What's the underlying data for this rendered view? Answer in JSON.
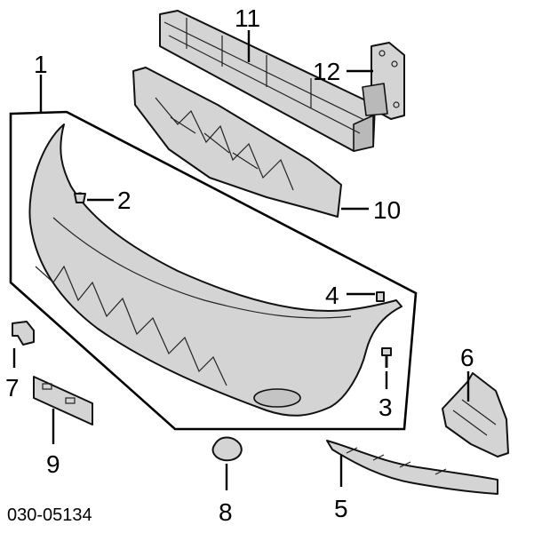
{
  "diagram": {
    "catalog_number": "030-05134",
    "callouts": {
      "c1": "1",
      "c2": "2",
      "c3": "3",
      "c4": "4",
      "c5": "5",
      "c6": "6",
      "c7": "7",
      "c8": "8",
      "c9": "9",
      "c10": "10",
      "c11": "11",
      "c12": "12"
    },
    "colors": {
      "part_fill": "#d4d4d4",
      "outline": "#111111",
      "background": "#ffffff"
    }
  }
}
